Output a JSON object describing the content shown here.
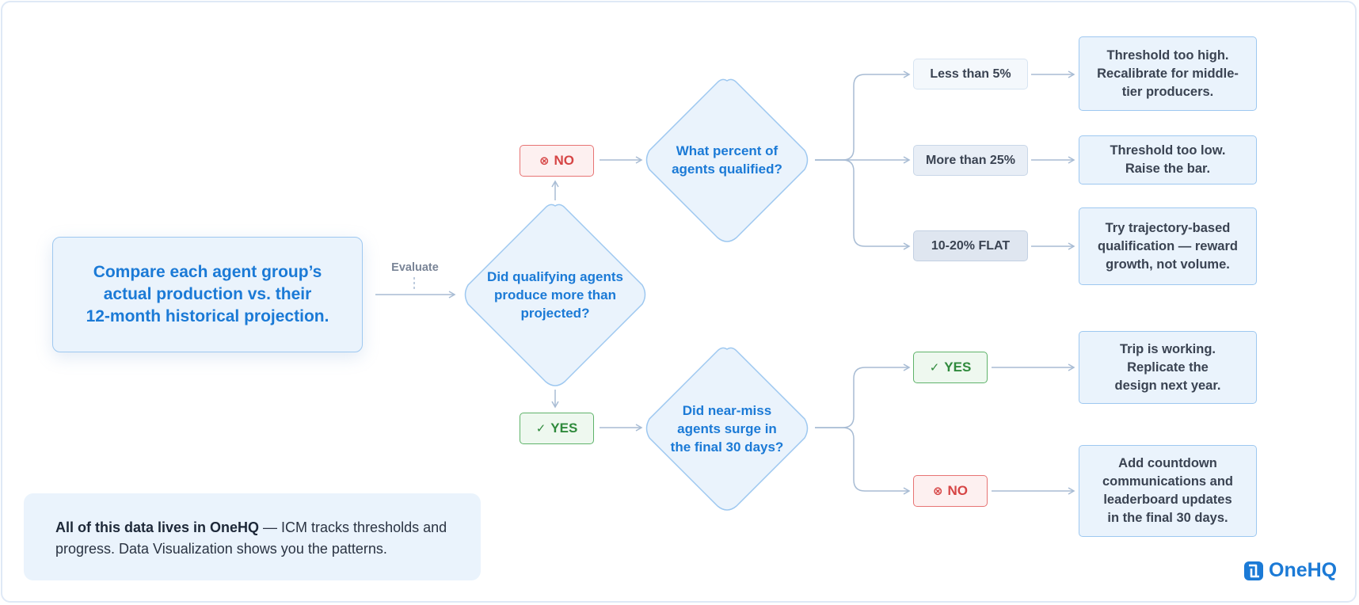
{
  "start": {
    "text": "Compare each agent group’s\nactual production vs. their\n12-month historical projection."
  },
  "evaluate_label": "Evaluate",
  "decision_main": {
    "text": "Did qualifying agents\nproduce more than\nprojected?"
  },
  "branch_no": {
    "label": "NO",
    "icon": "x-circle-icon"
  },
  "branch_yes": {
    "label": "YES",
    "icon": "check-circle-icon"
  },
  "decision_percent": {
    "text": "What percent of\nagents qualified?"
  },
  "decision_surge": {
    "text": "Did near-miss\nagents surge in\nthe final 30 days?"
  },
  "percent_options": [
    {
      "label": "Less than 5%",
      "outcome": "Threshold too high.\nRecalibrate for middle-\ntier producers."
    },
    {
      "label": "More than 25%",
      "outcome": "Threshold too low.\nRaise the bar."
    },
    {
      "label": "10-20% FLAT",
      "outcome": "Try trajectory-based\nqualification — reward\ngrowth, not volume."
    }
  ],
  "surge_options": [
    {
      "label": "YES",
      "icon": "check-circle-icon",
      "outcome": "Trip is working.\nReplicate the\ndesign next year."
    },
    {
      "label": "NO",
      "icon": "x-circle-icon",
      "outcome": "Add countdown\ncommunications and\nleaderboard updates\nin the final 30 days."
    }
  ],
  "note": {
    "bold": "All of this data lives in OneHQ",
    "rest": " — ICM tracks thresholds and progress. Data Visualization shows you the patterns."
  },
  "brand": {
    "name": "OneHQ",
    "icon": "onehq-logo-icon"
  },
  "colors": {
    "accent": "#1b7ad6",
    "no": "#d64545",
    "yes": "#2f8a3c",
    "connector": "#a8bcd4",
    "box_fill": "#eaf3fc",
    "box_border": "#9ec8f0"
  }
}
